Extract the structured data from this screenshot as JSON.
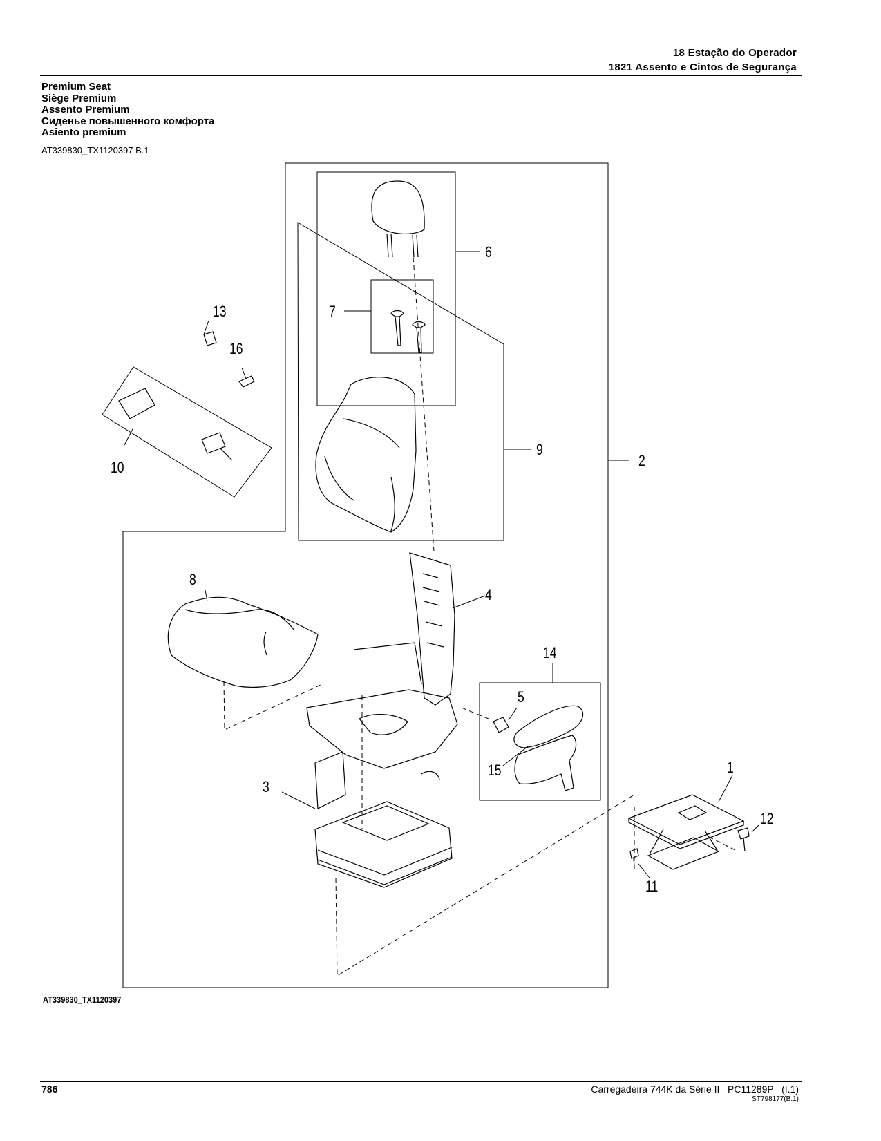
{
  "header": {
    "section": "18 Estação do Operador",
    "subsection": "1821 Assento e Cintos de Segurança"
  },
  "titles": [
    "Premium Seat",
    "Siège Premium",
    "Assento Premium",
    "Сиденье повышенного комфорта",
    "Asiento premium"
  ],
  "doc_code": "AT339830_TX1120397 B.1",
  "figure_code": "AT339830_TX1120397",
  "callouts": [
    "1",
    "2",
    "3",
    "4",
    "5",
    "6",
    "7",
    "8",
    "9",
    "10",
    "11",
    "12",
    "13",
    "14",
    "15",
    "16"
  ],
  "footer": {
    "page_number": "786",
    "title": "Carregadeira 744K da Série II   PC11289P   (I.1)",
    "subcode": "ST798177(B.1)"
  }
}
